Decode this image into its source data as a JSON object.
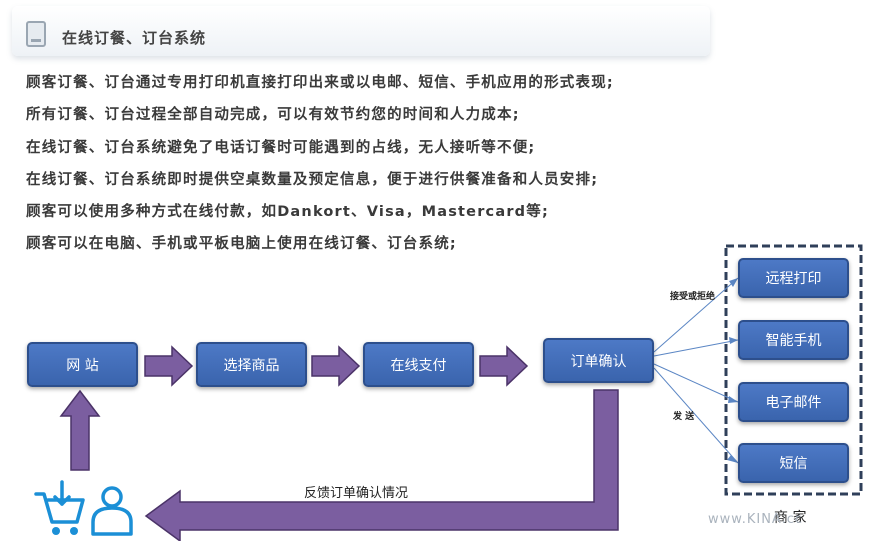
{
  "header": {
    "title": "在线订餐、订台系统",
    "icon": "tablet-icon"
  },
  "features": [
    "顾客订餐、订台通过专用打印机直接打印出来或以电邮、短信、手机应用的形式表现;",
    "所有订餐、订台过程全部自动完成，可以有效节约您的时间和人力成本;",
    "在线订餐、订台系统避免了电话订餐时可能遇到的占线，无人接听等不便;",
    "在线订餐、订台系统即时提供空桌数量及预定信息，便于进行供餐准备和人员安排;",
    "顾客可以使用多种方式在线付款，如Dankort、Visa，Mastercard等;",
    "顾客可以在电脑、手机或平板电脑上使用在线订餐、订台系统;"
  ],
  "flow": {
    "steps": [
      "网 站",
      "选择商品",
      "在线支付",
      "订单确认"
    ],
    "merchant_outputs": [
      "远程打印",
      "智能手机",
      "电子邮件",
      "短信"
    ],
    "merchant_label": "商 家",
    "accept_reject_label": "接受或拒绝",
    "send_label": "发 送",
    "feedback_label": "反馈订单确认情况",
    "customer_icons": [
      "shopping-cart-icon",
      "user-icon"
    ]
  },
  "watermark": "www.KINA.cc",
  "colors": {
    "node_fill": "#4270bd",
    "node_border": "#2d4f8c",
    "arrow_fill": "#7b5ea0",
    "arrow_border": "#4b3368",
    "icon_blue": "#1b8fd6",
    "dashed_border": "#2f3f5a"
  }
}
